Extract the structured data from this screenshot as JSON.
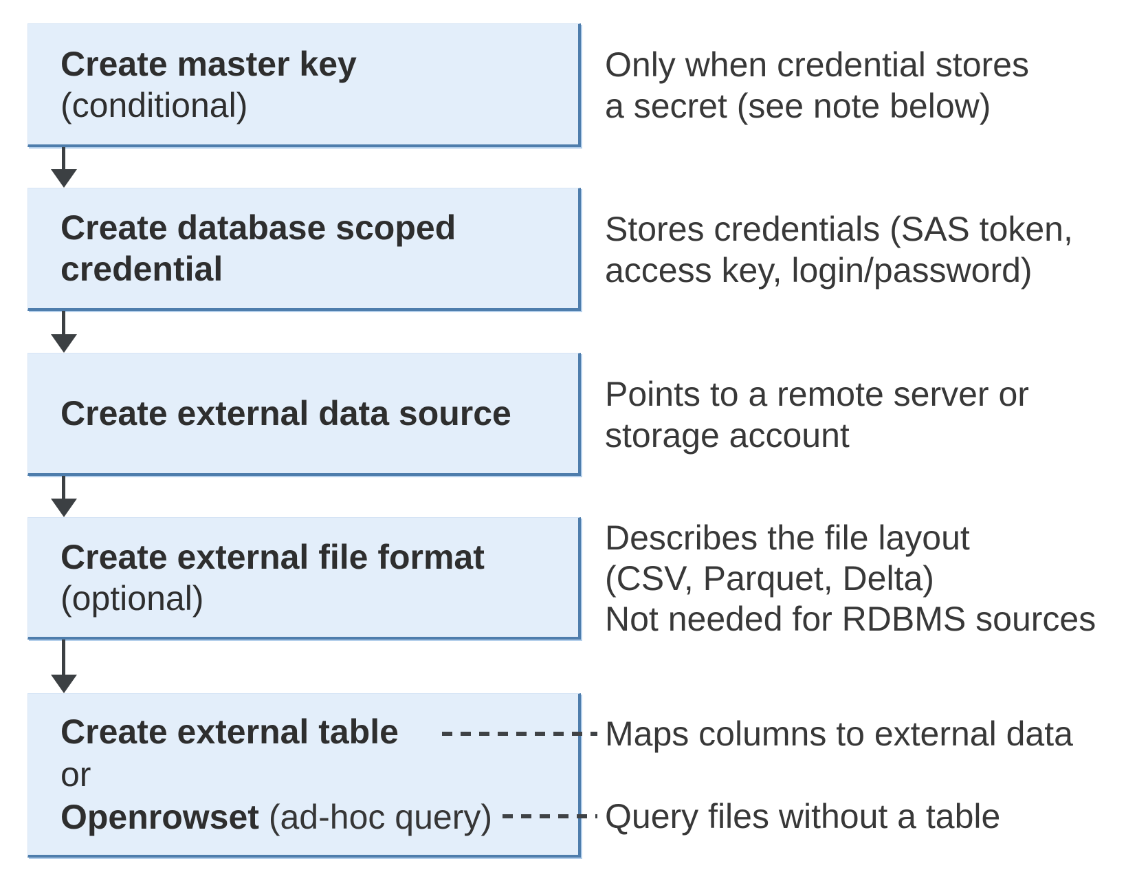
{
  "colors": {
    "box_fill": "#e3eefa",
    "box_border_dark": "#4e7dac",
    "box_border_light": "#b4cfeb",
    "arrow": "#3c4043",
    "title_text": "#2e2e2e",
    "annotation_text": "#383838"
  },
  "steps": [
    {
      "id": "create-master-key",
      "title": "Create master key",
      "qualifier": "(conditional)",
      "annotation": {
        "line1": "Only when credential stores",
        "line2": "a secret (see note below)"
      }
    },
    {
      "id": "create-database-scoped-credential",
      "title_line1": "Create database scoped",
      "title_line2": "credential",
      "annotation": {
        "line1": "Stores credentials (SAS token,",
        "line2": "access key, login/password)"
      }
    },
    {
      "id": "create-external-data-source",
      "title": "Create external data source",
      "annotation": {
        "line1": "Points to a remote server or",
        "line2": "storage account"
      }
    },
    {
      "id": "create-external-file-format",
      "title": "Create external file format",
      "qualifier": "(optional)",
      "annotation": {
        "line1": "Describes the file layout",
        "line2": "(CSV, Parquet, Delta)",
        "line3": "Not needed for RDBMS sources"
      }
    },
    {
      "id": "create-external-table-or-openrowset",
      "title_line1": "Create external table",
      "or_word": "or",
      "title_line3_bold": "Openrowset",
      "title_line3_plain": " (ad-hoc query)",
      "dashed_notes": {
        "external_table": "Maps columns to external data",
        "openrowset": "Query files without a table"
      }
    }
  ]
}
